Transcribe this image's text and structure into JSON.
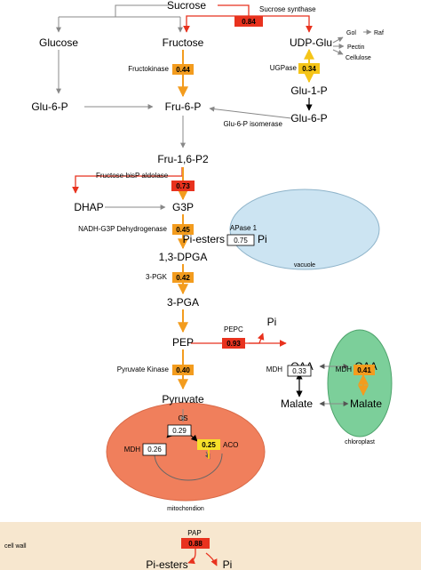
{
  "colors": {
    "red": "#e8321e",
    "orange": "#f39c1e",
    "yellow": "#f5c518",
    "gray_arrow": "#888888",
    "vacuole_fill": "#cce4f2",
    "mitochondrion_fill": "#f07f5c",
    "chloroplast_fill": "#7ccf9a",
    "cell_wall_fill": "#f7e7cf"
  },
  "metabolites": {
    "sucrose": "Sucrose",
    "glucose": "Glucose",
    "fructose": "Fructose",
    "udp_glu": "UDP-Glu",
    "glu_6_p_left": "Glu-6-P",
    "fru_6_p": "Fru-6-P",
    "glu_1_p": "Glu-1-P",
    "glu_6_p_right": "Glu-6-P",
    "fru_1_6_p2": "Fru-1,6-P2",
    "dhap": "DHAP",
    "g3p": "G3P",
    "dpga": "1,3-DPGA",
    "pga": "3-PGA",
    "pep": "PEP",
    "pi_pepc": "Pi",
    "oaa": "OAA",
    "oaa_chloro": "OAA",
    "malate": "Malate",
    "malate_chloro": "Malate",
    "pyruvate": "Pyruvate",
    "pi_esters_vacuole": "Pi-esters",
    "pi_vacuole": "Pi",
    "pi_esters_wall": "Pi-esters",
    "pi_wall": "Pi",
    "gol": "Gol",
    "raf": "Raf",
    "pectin": "Pectin",
    "cellulose": "Cellulose"
  },
  "enzymes": {
    "sucrose_synthase": {
      "label": "Sucrose synthase",
      "value": "0.84"
    },
    "fructokinase": {
      "label": "Fructokinase",
      "value": "0.44"
    },
    "ugpase": {
      "label": "UGPase",
      "value": "0.34"
    },
    "glu6p_isomerase": {
      "label": "Glu-6-P isomerase"
    },
    "aldolase": {
      "label": "Fructose-bisP aldolase",
      "value": "0.73"
    },
    "g3p_dh": {
      "label": "NADH-G3P Dehydrogenase",
      "value": "0.45"
    },
    "pgk": {
      "label": "3-PGK",
      "value": "0.42"
    },
    "pepc": {
      "label": "PEPC",
      "value": "0.93"
    },
    "mdh_cyto": {
      "label": "MDH",
      "value": "0.33"
    },
    "mdh_chloro": {
      "label": "MDH",
      "value": "0.41"
    },
    "pyruvate_kinase": {
      "label": "Pyruvate Kinase",
      "value": "0.40"
    },
    "cs": {
      "label": "CS",
      "value": "0.29"
    },
    "aco": {
      "label": "ACO",
      "value": "0.25"
    },
    "mdh_mito": {
      "label": "MDH",
      "value": "0.26"
    },
    "apase": {
      "label": "APase 1",
      "value": "0.75"
    },
    "pap": {
      "label": "PAP",
      "value": "0.88"
    }
  },
  "compartments": {
    "vacuole": "vacuole",
    "chloroplast": "chloroplast",
    "mitochondrion": "mitochondion",
    "cell_wall": "cell wall"
  }
}
